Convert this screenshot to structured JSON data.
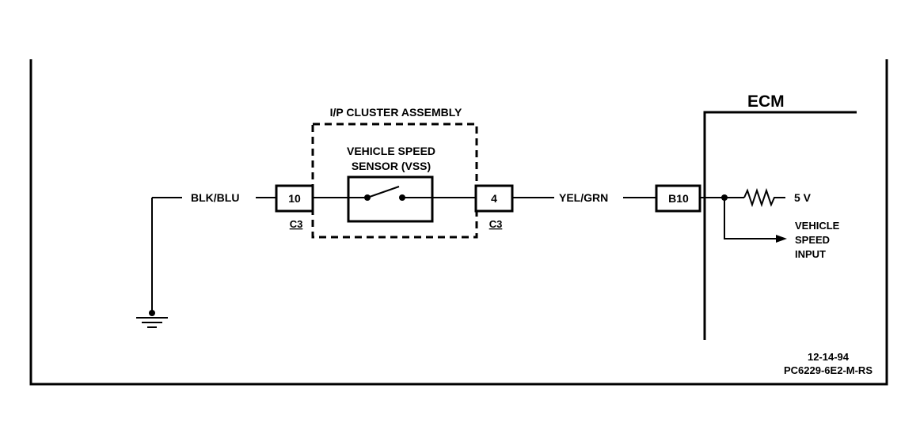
{
  "cluster": {
    "title": "I/P CLUSTER ASSEMBLY",
    "sensor_line1": "VEHICLE SPEED",
    "sensor_line2": "SENSOR (VSS)"
  },
  "wires": {
    "left": "BLK/BLU",
    "right": "YEL/GRN"
  },
  "connectors": {
    "left_pin": "10",
    "left_conn": "C3",
    "right_pin": "4",
    "right_conn": "C3",
    "ecm_pin": "B10"
  },
  "ecm": {
    "title": "ECM",
    "voltage": "5 V",
    "input_line1": "VEHICLE",
    "input_line2": "SPEED",
    "input_line3": "INPUT"
  },
  "footer": {
    "date": "12-14-94",
    "code": "PC6229-6E2-M-RS"
  }
}
